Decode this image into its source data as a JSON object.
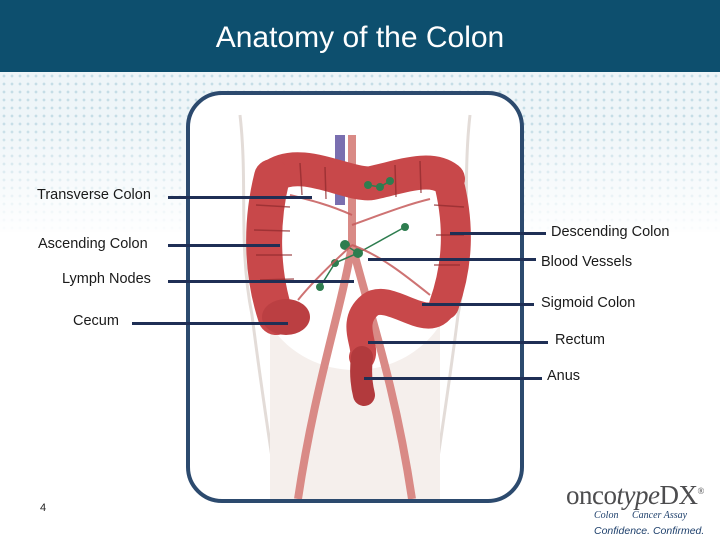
{
  "slide": {
    "title": "Anatomy of the Colon",
    "page_number": "4"
  },
  "diagram": {
    "labels_left": [
      "Transverse Colon",
      "Ascending Colon",
      "Lymph Nodes",
      "Cecum"
    ],
    "labels_right": [
      "Descending Colon",
      "Blood Vessels",
      "Sigmoid Colon",
      "Rectum",
      "Anus"
    ]
  },
  "logo": {
    "brand_prefix": "onco",
    "brand_mid": "type",
    "brand_suffix": "DX",
    "trademark": "®",
    "sub_left": "Colon",
    "sub_right": "Cancer Assay",
    "tagline": "Confidence. Confirmed."
  },
  "colors": {
    "header": "#0d4f6e",
    "frame": "#2c4a6e",
    "pointer": "#1f2f55",
    "colon": "#c8484a",
    "lymph": "#2e7d4f",
    "vessel": "#7a6fb0"
  }
}
